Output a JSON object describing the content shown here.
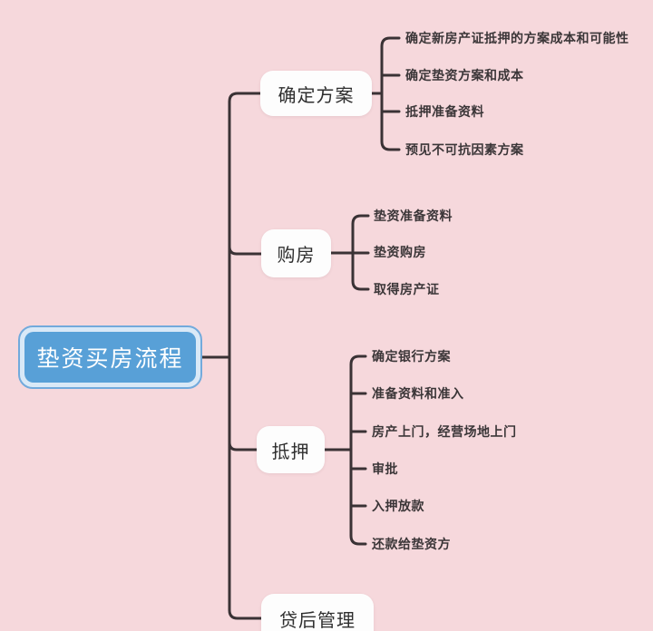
{
  "title": "垫资买房流程",
  "diagram_type": "mindmap",
  "colors": {
    "background": "#f6d8dc",
    "line": "#3a3235",
    "node_background": "#fdfdfd",
    "node_text": "#2e2e2e",
    "root_fill": "#58a0d7",
    "root_ring_fill": "#d9e9f7",
    "root_border": "#72aadc",
    "root_text": "#ffffff"
  },
  "tree": {
    "root": {
      "label": "垫资买房流程"
    },
    "branches": [
      {
        "label": "确定方案",
        "children": [
          "确定新房产证抵押的方案成本和可能性",
          "确定垫资方案和成本",
          "抵押准备资料",
          "预见不可抗因素方案"
        ]
      },
      {
        "label": "购房",
        "children": [
          "垫资准备资料",
          "垫资购房",
          "取得房产证"
        ]
      },
      {
        "label": "抵押",
        "children": [
          "确定银行方案",
          "准备资料和准入",
          "房产上门，经营场地上门",
          "审批",
          "入押放款",
          "还款给垫资方"
        ]
      },
      {
        "label": "贷后管理",
        "children": []
      }
    ]
  }
}
